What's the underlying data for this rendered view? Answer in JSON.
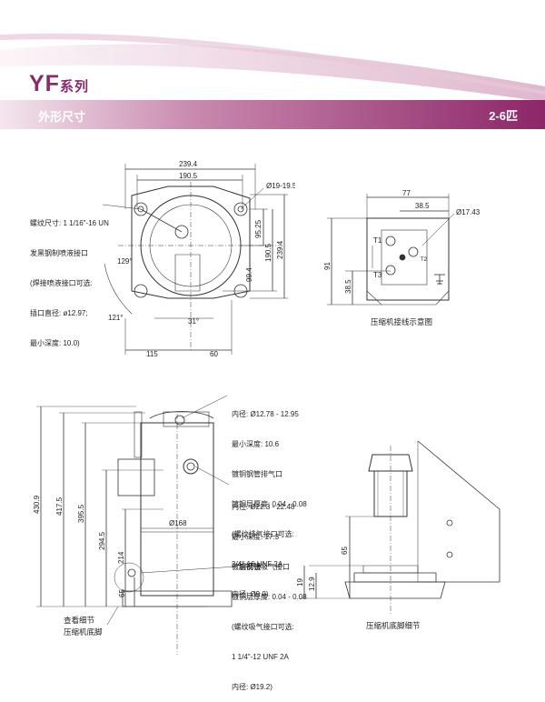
{
  "header": {
    "series_main": "YF",
    "series_suffix": "系列",
    "subtitle": "外形尺寸",
    "hp_range": "2-6匹"
  },
  "top_left": {
    "dims": {
      "w_total": "239.4",
      "w_bolt": "190.5",
      "port_dia": "Ø19-19.5",
      "h_95": "95.25",
      "h_190": "190.5",
      "h_239": "239.4",
      "h_99": "99.4",
      "ang_129": "129°",
      "ang_121": "121°",
      "ang_31": "31°",
      "b_115": "115",
      "b_60": "60"
    },
    "note_lines": [
      "螺纹尺寸: 1 1/16\"-16 UN",
      "发黑钢制喷液接口",
      "(焊接喷液接口可选:",
      "插口直径: ø12.97;",
      "最小深度: 10.0)"
    ]
  },
  "top_right": {
    "dims": {
      "w_77": "77",
      "w_38": "38.5",
      "dia": "Ø17.43",
      "h_91": "91",
      "h_38": "38.5"
    },
    "labels": {
      "t1": "T1",
      "t2": "T2",
      "t3": "T3"
    },
    "caption": "压缩机接线示意图"
  },
  "bottom_left": {
    "dims": {
      "h_430": "430.9",
      "h_417": "417.5",
      "h_395": "395.5",
      "h_294": "294.5",
      "h_214": "214",
      "h_65": "65",
      "dia_168": "Ø168"
    },
    "discharge_note": [
      "内径: Ø12.78 - 12.95",
      "最小深度: 10.6",
      "镀铜钢管排气口",
      "镀铜层厚度: 0.04 - 0.08",
      "(螺纹排气接口可选:",
      "3/4\"-16 UNF 2A",
      "内径: Ø9.0)"
    ],
    "suction_note": [
      "内径: Ø22.3 - 22.48",
      "最小深度: 17.3",
      "镀铜钢管吸气接口",
      "镀铜层厚度: 0.04 - 0.08",
      "(螺纹吸气接口可选:",
      "1 1/4\"-12 UNF 2A",
      "内径: Ø19.2)"
    ],
    "sight_glass": "油视镜",
    "footer_labels": [
      "查看细节",
      "压缩机底脚"
    ]
  },
  "bottom_right": {
    "dims": {
      "h_65": "65",
      "h_19": "19",
      "h_12": "12.9"
    },
    "caption": "压缩机底脚细节"
  }
}
